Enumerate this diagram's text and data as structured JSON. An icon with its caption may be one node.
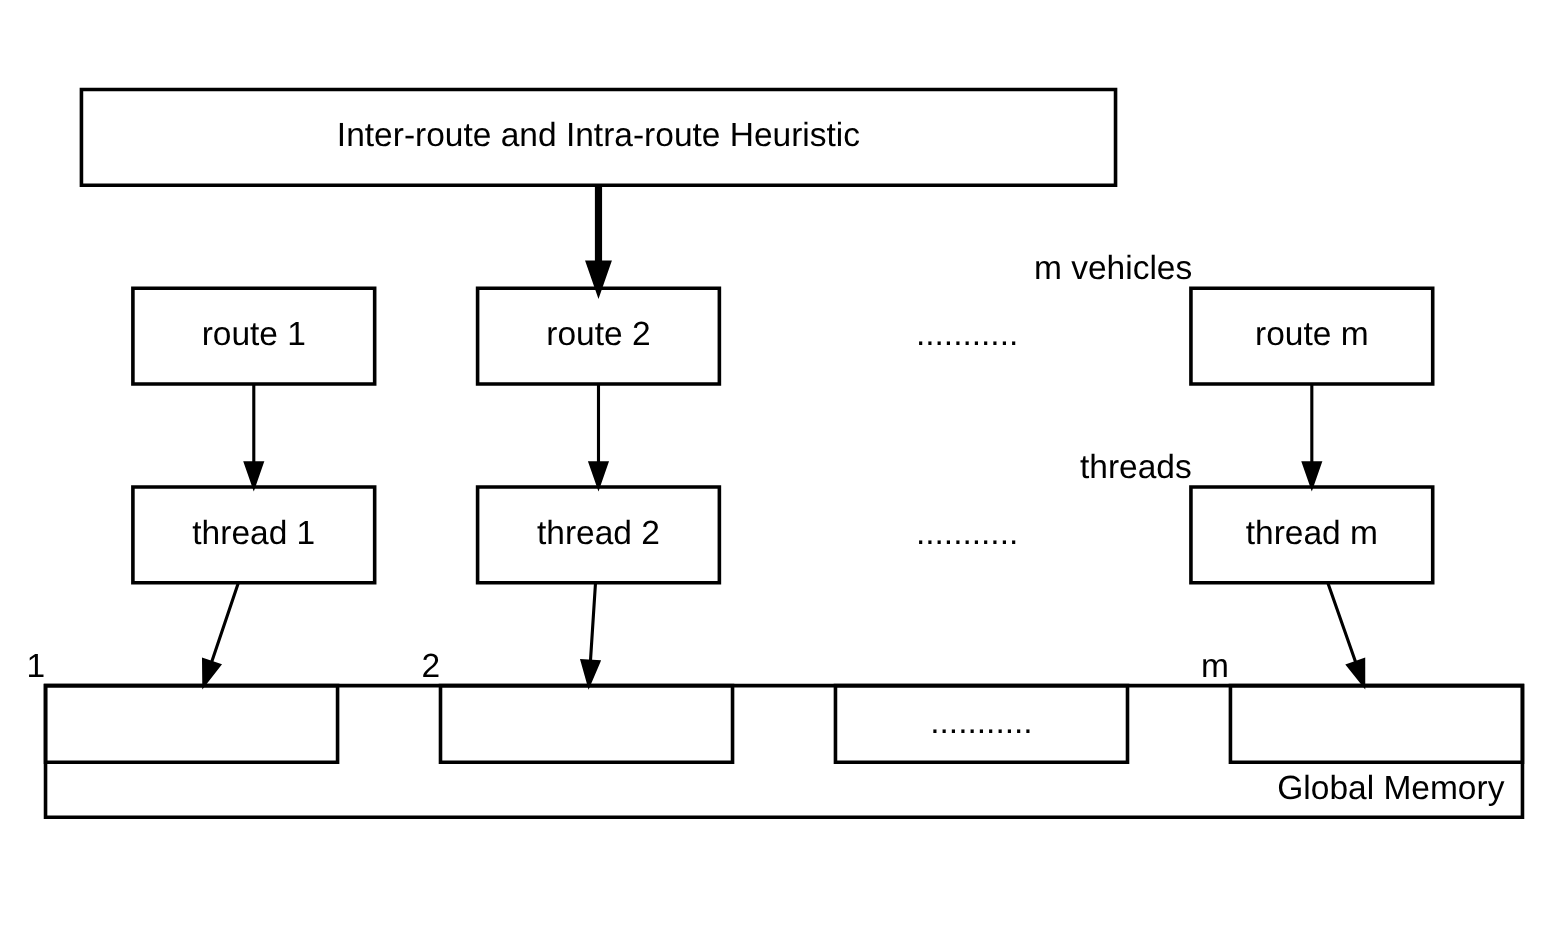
{
  "diagram": {
    "nodes": [
      {
        "text": [
          "Inter-route and Intra-route Heuristic"
        ]
      },
      {
        "text": [
          "route 1"
        ]
      },
      {
        "text": [
          "route 2"
        ]
      },
      {
        "text": [
          "route m"
        ],
        "beside": [
          "m vehicles"
        ]
      },
      {
        "text": [
          "thread 1"
        ]
      },
      {
        "text": [
          "thread 2"
        ]
      },
      {
        "text": [
          "thread m"
        ],
        "beside": [
          "threads"
        ]
      },
      {
        "text": [],
        "shape": "bar",
        "beside": [
          "Global Memory"
        ]
      },
      {
        "text": [],
        "shape": "box",
        "in": 7,
        "beside": [
          "1"
        ]
      },
      {
        "text": [],
        "shape": "box",
        "in": 7,
        "beside": [
          "2"
        ]
      },
      {
        "text": [
          "..........."
        ],
        "in": 7
      },
      {
        "text": [],
        "shape": "box",
        "in": 7,
        "beside": [
          "m"
        ]
      }
    ],
    "edges": [
      {
        "from": 0,
        "to": 2,
        "arrow": "to",
        "style": "thick"
      },
      {
        "from": 1,
        "to": 4,
        "arrow": "to"
      },
      {
        "from": 2,
        "to": 5,
        "arrow": "to"
      },
      {
        "from": 3,
        "to": 6,
        "arrow": "to"
      },
      {
        "from": 4,
        "to": 8,
        "arrow": "to"
      },
      {
        "from": 5,
        "to": 9,
        "arrow": "to"
      },
      {
        "from": 6,
        "to": 11,
        "arrow": "to"
      }
    ],
    "labels": [
      "...........",
      "..........."
    ]
  }
}
